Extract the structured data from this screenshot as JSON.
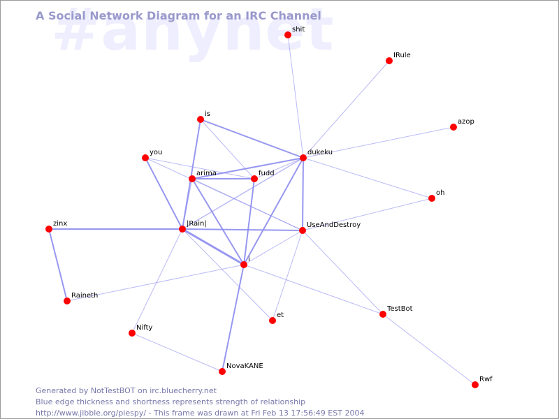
{
  "watermark": "#anynet",
  "title": "A Social Network Diagram for an IRC Channel",
  "colors": {
    "edge": "#8c8cf0",
    "node": "#ff0000",
    "title": "#9999cc",
    "watermark": "#eeeeff",
    "footer": "#7777aa"
  },
  "nodes": [
    {
      "id": "shit",
      "label": "shit"
    },
    {
      "id": "IRule",
      "label": "IRule"
    },
    {
      "id": "azop",
      "label": "azop"
    },
    {
      "id": "is",
      "label": "is"
    },
    {
      "id": "dukeku",
      "label": "dukeku"
    },
    {
      "id": "you",
      "label": "you"
    },
    {
      "id": "arima",
      "label": "arima"
    },
    {
      "id": "fudd",
      "label": "fudd"
    },
    {
      "id": "oh",
      "label": "oh"
    },
    {
      "id": "zinx",
      "label": "zinx"
    },
    {
      "id": "Rain",
      "label": "|Rain|"
    },
    {
      "id": "UseAndDestroy",
      "label": "UseAndDestroy"
    },
    {
      "id": "i",
      "label": "i"
    },
    {
      "id": "Raineth",
      "label": "Raineth"
    },
    {
      "id": "TestBot",
      "label": "TestBot"
    },
    {
      "id": "et",
      "label": "et"
    },
    {
      "id": "Nifty",
      "label": "Nifty"
    },
    {
      "id": "NovaKANE",
      "label": "NovaKANE"
    },
    {
      "id": "Rwf",
      "label": "Rwf"
    }
  ],
  "edges": [
    {
      "from": "Rain",
      "to": "i",
      "weight": 3
    },
    {
      "from": "zinx",
      "to": "Rain",
      "weight": 2
    },
    {
      "from": "Rain",
      "to": "UseAndDestroy",
      "weight": 2
    },
    {
      "from": "is",
      "to": "dukeku",
      "weight": 2
    },
    {
      "from": "is",
      "to": "Rain",
      "weight": 2
    },
    {
      "from": "arima",
      "to": "dukeku",
      "weight": 2
    },
    {
      "from": "dukeku",
      "to": "i",
      "weight": 2
    },
    {
      "from": "fudd",
      "to": "i",
      "weight": 2
    },
    {
      "from": "i",
      "to": "NovaKANE",
      "weight": 2
    },
    {
      "from": "arima",
      "to": "fudd",
      "weight": 2
    },
    {
      "from": "arima",
      "to": "i",
      "weight": 2
    },
    {
      "from": "zinx",
      "to": "Raineth",
      "weight": 2
    },
    {
      "from": "dukeku",
      "to": "UseAndDestroy",
      "weight": 2
    },
    {
      "from": "you",
      "to": "Rain",
      "weight": 2
    },
    {
      "from": "Rain",
      "to": "dukeku",
      "weight": 1.5
    },
    {
      "from": "UseAndDestroy",
      "to": "i",
      "weight": 1
    },
    {
      "from": "is",
      "to": "fudd",
      "weight": 1
    },
    {
      "from": "shit",
      "to": "dukeku",
      "weight": 1
    },
    {
      "from": "IRule",
      "to": "dukeku",
      "weight": 1
    },
    {
      "from": "azop",
      "to": "dukeku",
      "weight": 1
    },
    {
      "from": "dukeku",
      "to": "oh",
      "weight": 1
    },
    {
      "from": "oh",
      "to": "UseAndDestroy",
      "weight": 1
    },
    {
      "from": "you",
      "to": "fudd",
      "weight": 1
    },
    {
      "from": "you",
      "to": "UseAndDestroy",
      "weight": 1
    },
    {
      "from": "arima",
      "to": "UseAndDestroy",
      "weight": 1
    },
    {
      "from": "fudd",
      "to": "dukeku",
      "weight": 1
    },
    {
      "from": "Rain",
      "to": "Nifty",
      "weight": 1
    },
    {
      "from": "Rain",
      "to": "et",
      "weight": 1
    },
    {
      "from": "i",
      "to": "Raineth",
      "weight": 1
    },
    {
      "from": "i",
      "to": "TestBot",
      "weight": 1
    },
    {
      "from": "UseAndDestroy",
      "to": "TestBot",
      "weight": 1
    },
    {
      "from": "UseAndDestroy",
      "to": "et",
      "weight": 1
    },
    {
      "from": "TestBot",
      "to": "Rwf",
      "weight": 1
    },
    {
      "from": "Nifty",
      "to": "NovaKANE",
      "weight": 1
    },
    {
      "from": "arima",
      "to": "Rain",
      "weight": 1
    }
  ],
  "footer": {
    "line1": "Generated by NotTestBOT on irc.bluecherry.net",
    "line2": "Blue edge thickness and shortness represents strength of relationship",
    "line3": "http://www.jibble.org/piespy/ - This frame was drawn at Fri Feb 13 17:56:49 EST 2004"
  }
}
